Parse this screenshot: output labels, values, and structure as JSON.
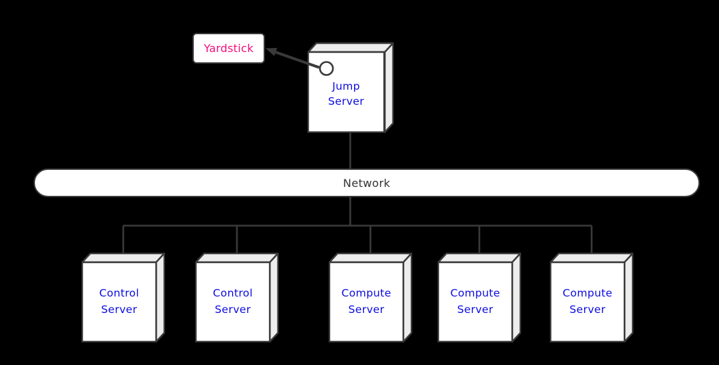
{
  "colors": {
    "background": "#000000",
    "border": "#3a3a3a",
    "line": "#3a3a3a",
    "node_face": "#ffffff",
    "node_side": "#ededed",
    "server_label": "#0b0be0",
    "yardstick_label": "#f1107c",
    "network_label": "#333333"
  },
  "nodes": {
    "yardstick": {
      "label": "Yardstick"
    },
    "jump_server": {
      "label": "Jump\nServer"
    },
    "network": {
      "label": "Network"
    },
    "servers": [
      {
        "label": "Control\nServer"
      },
      {
        "label": "Control\nServer"
      },
      {
        "label": "Compute\nServer"
      },
      {
        "label": "Compute\nServer"
      },
      {
        "label": "Compute\nServer"
      }
    ]
  }
}
